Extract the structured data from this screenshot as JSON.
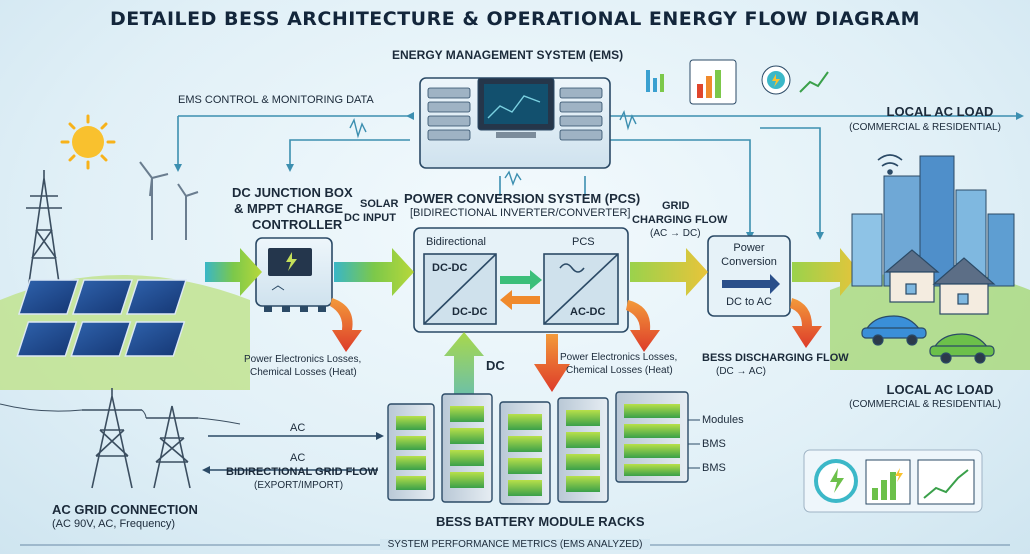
{
  "title": "DETAILED BESS ARCHITECTURE & OPERATIONAL ENERGY FLOW DIAGRAM",
  "ems": {
    "title": "ENERGY MANAGEMENT SYSTEM (EMS)"
  },
  "ems_control_label": "EMS CONTROL & MONITORING DATA",
  "local_load_top": {
    "title": "LOCAL AC LOAD",
    "subtitle": "(COMMERCIAL & RESIDENTIAL)"
  },
  "local_load_bottom": {
    "title": "LOCAL AC LOAD",
    "subtitle": "(COMMERCIAL & RESIDENTIAL)"
  },
  "dc_junction": {
    "line1": "DC JUNCTION BOX",
    "line2": "& MPPT CHARGE",
    "line3": "CONTROLLER"
  },
  "solar_input": {
    "line1": "SOLAR",
    "line2": "DC INPUT"
  },
  "pcs": {
    "title": "POWER CONVERSION SYSTEM (PCS)",
    "subtitle": "[BIDIRECTIONAL INVERTER/CONVERTER]",
    "bidirectional": "Bidirectional",
    "pcs_label": "PCS",
    "dcdc_top": "DC-DC",
    "dcdc_bottom": "DC-DC",
    "acdc": "AC-DC"
  },
  "grid_charging": {
    "line1": "GRID",
    "line2": "CHARGING FLOW",
    "line3": "(AC → DC)"
  },
  "power_conversion": {
    "line1": "Power",
    "line2": "Conversion",
    "line3": "DC to AC"
  },
  "losses_left": {
    "line1": "Power Electronics Losses,",
    "line2": "Chemical Losses (Heat)"
  },
  "losses_mid": {
    "line1": "Power Electronics Losses,",
    "line2": "Chemical Losses (Heat)"
  },
  "dc_label": "DC",
  "bess_discharge": {
    "line1": "BESS DISCHARGING FLOW",
    "line2": "(DC → AC)"
  },
  "ac_top": "AC",
  "ac_bottom": "AC",
  "bidir_grid": {
    "line1": "BIDIRECTIONAL GRID FLOW",
    "line2": "(EXPORT/IMPORT)"
  },
  "modules_label": "Modules",
  "bms_1": "BMS",
  "bms_2": "BMS",
  "grid_connection": {
    "title": "AC GRID CONNECTION",
    "subtitle": "(AC 90V, AC, Frequency)"
  },
  "battery_racks": "BESS BATTERY MODULE RACKS",
  "footer": "SYSTEM PERFORMANCE METRICS (EMS ANALYZED)",
  "colors": {
    "green_arrow": "#8ccc3c",
    "teal_arrow": "#3cb8c8",
    "red_arrow": "#e0452c",
    "orange_arrow": "#f08a2c",
    "panel": "#dfeef6",
    "outline": "#2b4a66"
  }
}
